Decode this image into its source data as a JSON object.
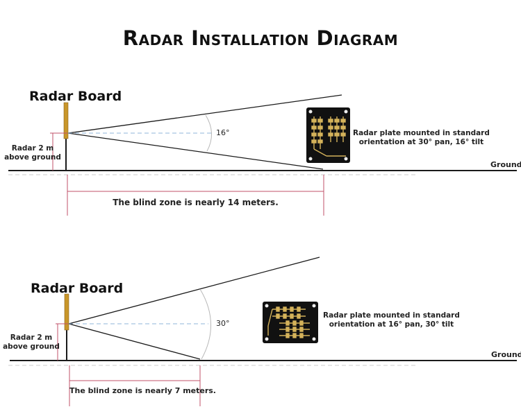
{
  "title": "Radar Installation Diagram",
  "scenarios": [
    {
      "board_label": "Radar Board",
      "height_line1": "Radar 2 m",
      "height_line2": "above ground",
      "angle_label": "16°",
      "plate_line1": "Radar plate mounted in standard",
      "plate_line2": "orientation at 30° pan, 16° tilt",
      "ground_label": "Ground",
      "blind_zone_label": "The blind zone is nearly 14 meters."
    },
    {
      "board_label": "Radar Board",
      "height_line1": "Radar 2 m",
      "height_line2": "above ground",
      "angle_label": "30°",
      "plate_line1": "Radar plate mounted in standard",
      "plate_line2": "orientation at 16° pan, 30° tilt",
      "ground_label": "Ground",
      "blind_zone_label": "The blind zone is nearly 7 meters."
    }
  ],
  "colors": {
    "line": "#1a1a1a",
    "dim_line": "#c0506a",
    "center_dash": "#8fb4d8",
    "board": "#c8962a",
    "pcb": "#111111",
    "pcb_trace": "#d4b25a"
  }
}
